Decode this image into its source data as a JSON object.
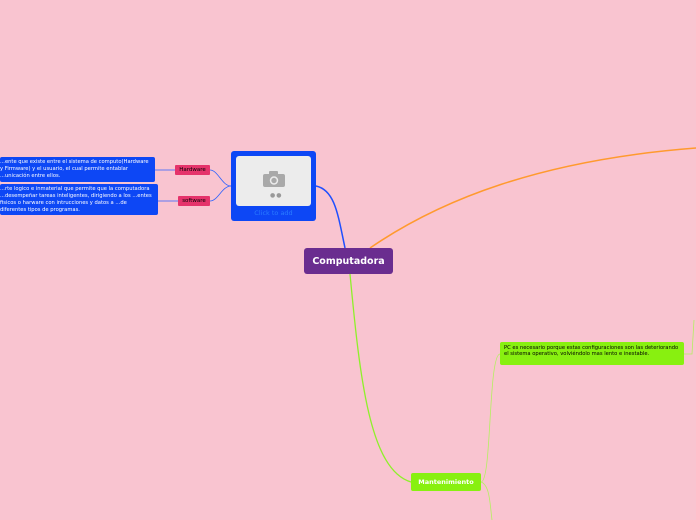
{
  "central": {
    "label": "Computadora"
  },
  "image_node": {
    "caption": "Click to add"
  },
  "branches": {
    "hardware": {
      "label": "Hardware",
      "description": "...ente que existe entre el sistema de computo(Hardware y Firmware) y el usuario, el cual permite entablar ...unicación entre ellos."
    },
    "software": {
      "label": "software",
      "description": "...rte logico e inmaterial que permite que la computadora ...desempeñar tareas inteligentes, dirigiendo a los ...entes fisicos o harware con intrucciones y datos a ...de diferentes tipos de programas."
    },
    "mantenimiento": {
      "label": "Mantenimiento",
      "description": "PC es necesario porque estas configuraciones son las deteriorando el sistema operativo, volviéndolo mas lento e inestable."
    }
  },
  "colors": {
    "background": "#f9c4d0",
    "central": "#6a2d8f",
    "blue": "#0d47f5",
    "tag": "#e5336b",
    "green": "#88f010",
    "orange": "#ff9a2e"
  },
  "icons": {
    "image_placeholder": "camera-icon"
  }
}
